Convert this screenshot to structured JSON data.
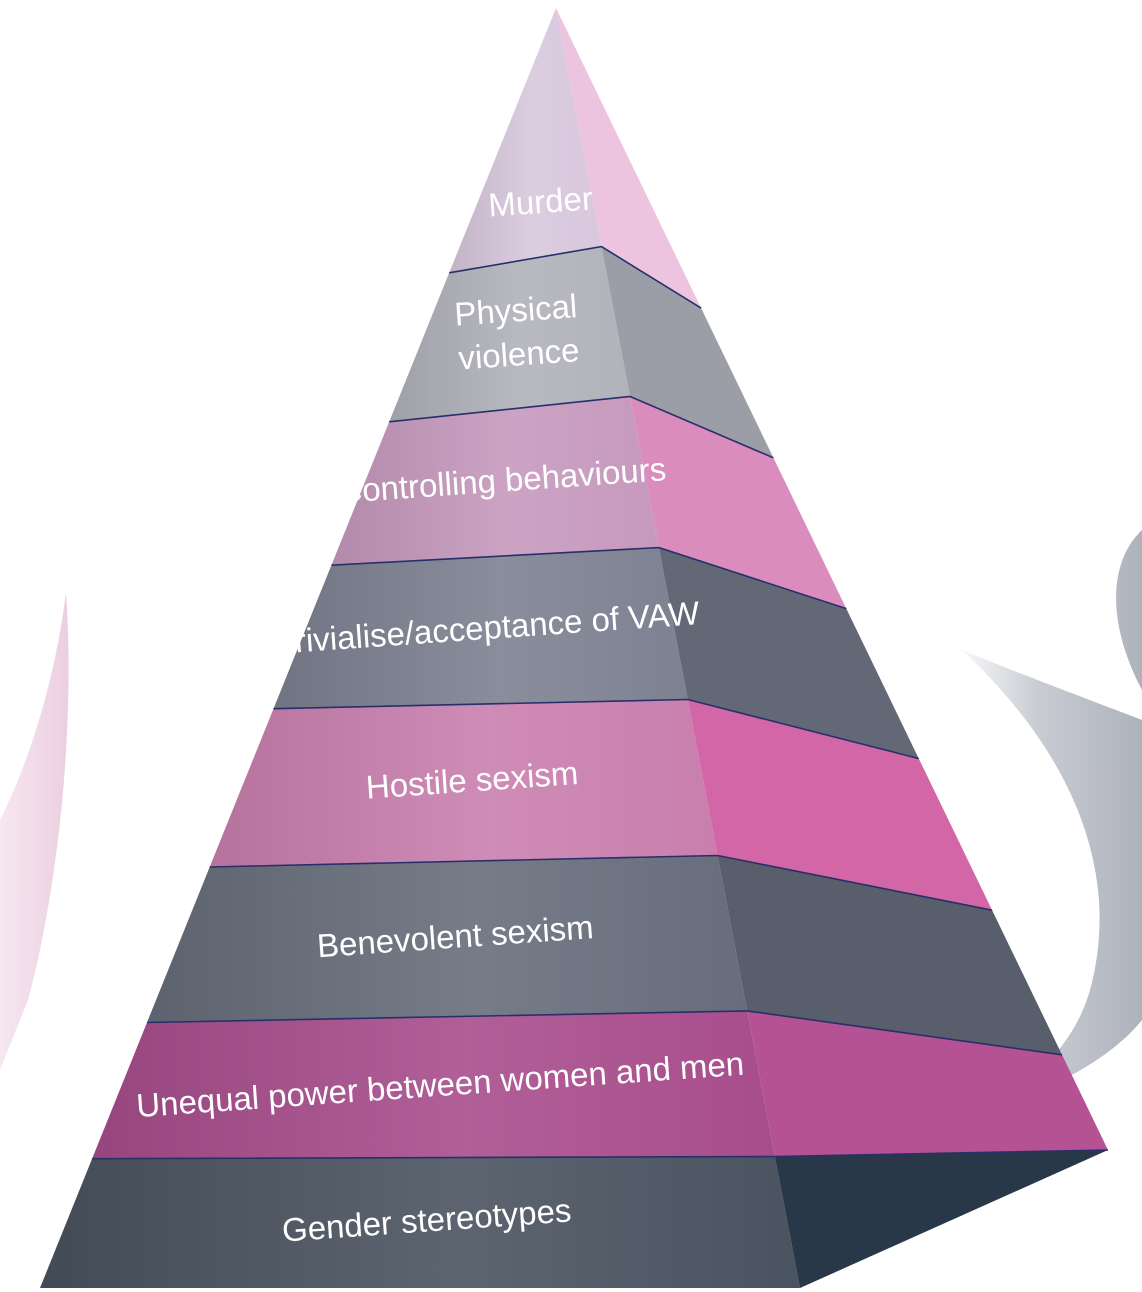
{
  "pyramid": {
    "levels": [
      {
        "label": "Murder",
        "front_color": "#d8c7dd",
        "side_color": "#ecc4df"
      },
      {
        "label": "Physical violence",
        "line1": "Physical",
        "line2": "violence",
        "front_color": "#b1b2ba",
        "side_color": "#9b9da7"
      },
      {
        "label": "Controlling behaviours",
        "front_color": "#c699bd",
        "side_color": "#da8dbd"
      },
      {
        "label": "Trivialise/acceptance of VAW",
        "front_color": "#7d8191",
        "side_color": "#636877"
      },
      {
        "label": "Hostile  sexism",
        "front_color": "#c97fae",
        "side_color": "#d266a7"
      },
      {
        "label": "Benevolent sexism",
        "front_color": "#676d7b",
        "side_color": "#585e6b"
      },
      {
        "label": "Unequal power between women and men",
        "front_color": "#a84d8c",
        "side_color": "#b55293"
      },
      {
        "label": "Gender stereotypes",
        "front_color": "#4a5360",
        "side_color": "#283848"
      }
    ]
  },
  "colors": {
    "divider_line": "#27306a",
    "label_text": "#ffffff",
    "background_swoosh_pink": "#f1dbe8",
    "background_swoosh_grey": "#b9bcc5"
  }
}
